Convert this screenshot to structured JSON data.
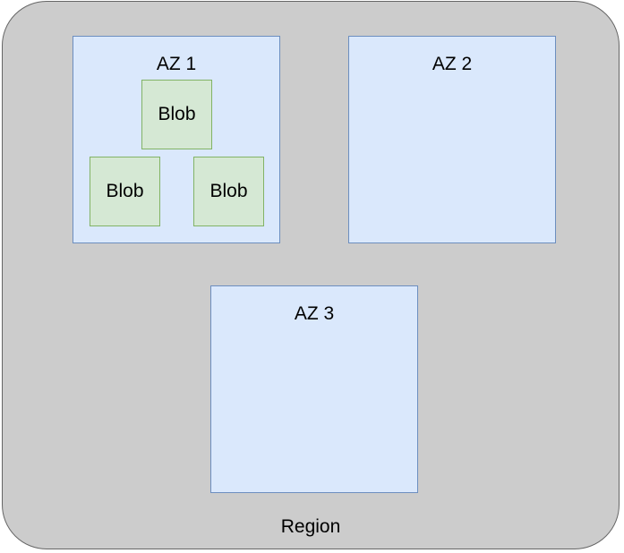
{
  "region": {
    "label": "Region"
  },
  "zones": [
    {
      "label": "AZ 1",
      "blobs": [
        "Blob",
        "Blob",
        "Blob"
      ]
    },
    {
      "label": "AZ 2"
    },
    {
      "label": "AZ 3"
    }
  ],
  "colors": {
    "region_fill": "#cccccc",
    "region_stroke": "#666666",
    "az_fill": "#dae8fc",
    "az_stroke": "#6c8ebf",
    "blob_fill": "#d5e8d4",
    "blob_stroke": "#82b366"
  }
}
